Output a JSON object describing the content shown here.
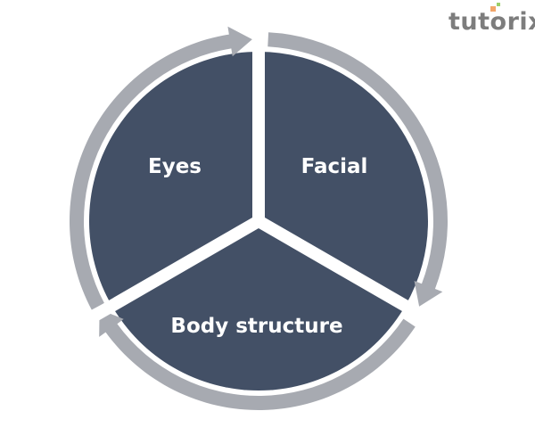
{
  "logo": {
    "text": "tutorix"
  },
  "segments": [
    {
      "label": "Eyes"
    },
    {
      "label": "Facial"
    },
    {
      "label": "Body structure"
    }
  ],
  "colors": {
    "segment": "#435066",
    "ring": "#a7aab1",
    "gap": "#ffffff",
    "logo": "#7d7d7d"
  }
}
